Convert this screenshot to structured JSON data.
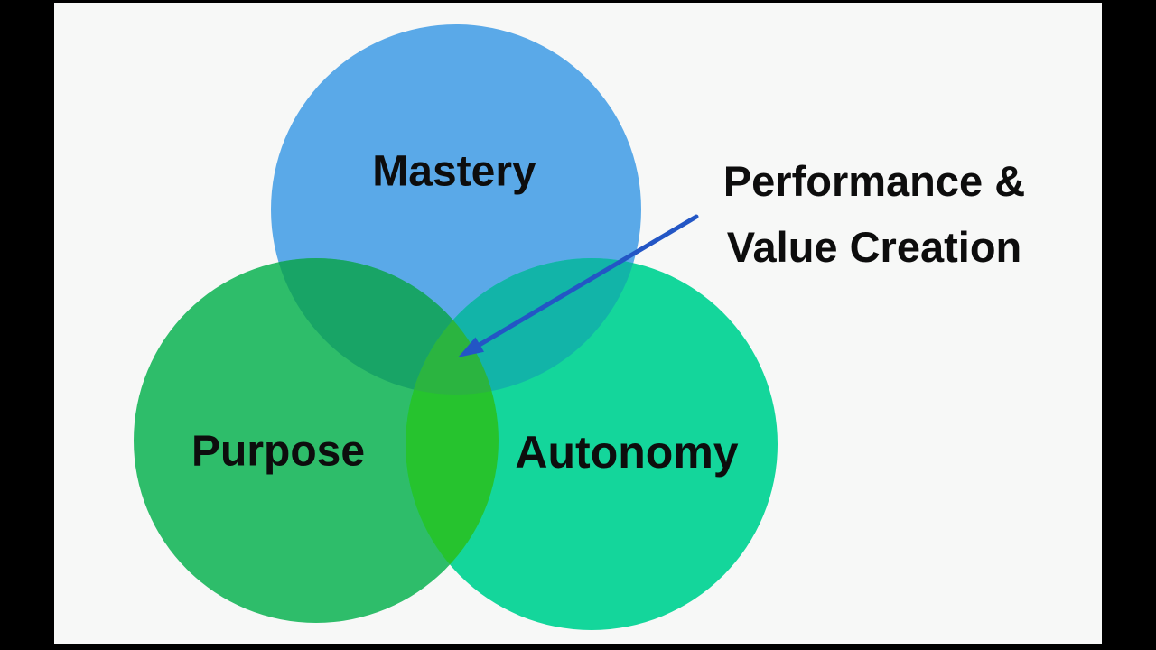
{
  "frame": {
    "background": "#f7f8f7",
    "letterbox_color": "#000000"
  },
  "diagram": {
    "type": "venn",
    "label_color": "#0d0d0d",
    "circles": [
      {
        "id": "mastery",
        "label": "Mastery",
        "color": "#5aa9e8"
      },
      {
        "id": "purpose",
        "label": "Purpose",
        "color": "#2ebd6a"
      },
      {
        "id": "autonomy",
        "label": "Autonomy",
        "color": "#14d69b"
      }
    ],
    "overlaps": {
      "mastery_purpose": "#18a466",
      "mastery_autonomy": "#12b4a8",
      "purpose_autonomy": "#26c32e",
      "all_three": "#2bb440"
    },
    "annotation": {
      "line1": "Performance &",
      "line2": "Value Creation",
      "arrow_color": "#2356c5",
      "points_to": "intersection of all three circles"
    }
  }
}
